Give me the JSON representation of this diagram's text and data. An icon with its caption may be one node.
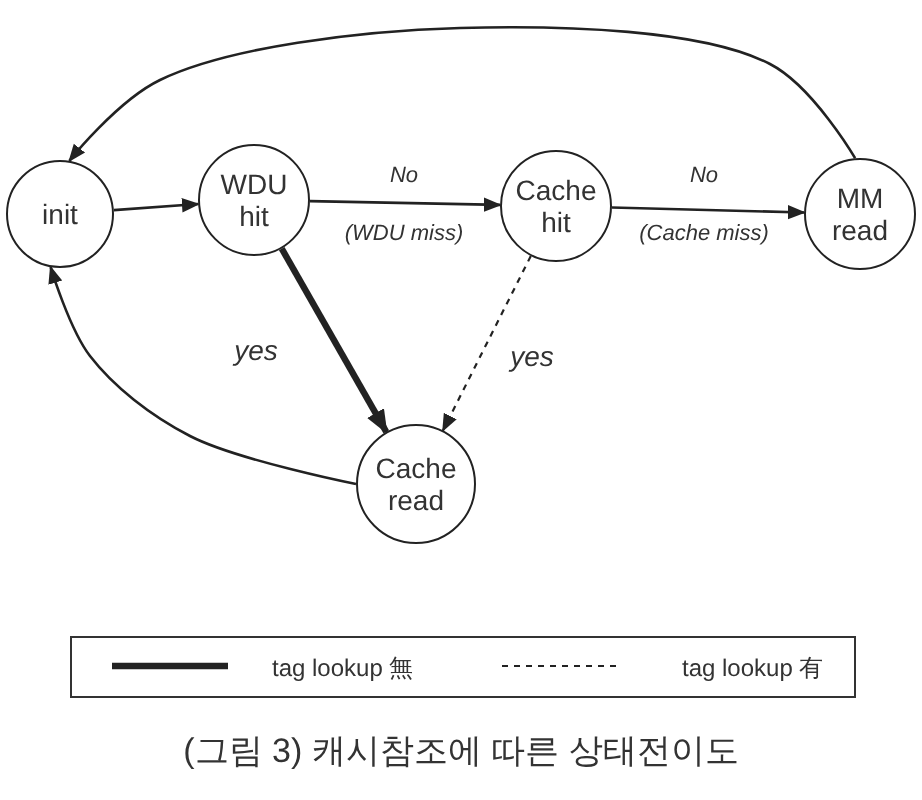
{
  "diagram": {
    "caption": "(그림 3) 캐시참조에 따른 상태전이도",
    "nodes": [
      {
        "text": [
          "init"
        ]
      },
      {
        "text": [
          "WDU hit"
        ]
      },
      {
        "text": [
          "Cache hit"
        ]
      },
      {
        "text": [
          "MM read"
        ]
      },
      {
        "text": [
          "Cache read"
        ]
      }
    ],
    "edges": [
      {
        "from": 0,
        "to": 1,
        "arrow": "to"
      },
      {
        "from": 1,
        "to": 2,
        "arrow": "to",
        "label": "No"
      },
      {
        "from": 2,
        "to": 3,
        "arrow": "to",
        "label": "No"
      },
      {
        "from": 3,
        "to": 0,
        "arrow": "to"
      },
      {
        "from": 1,
        "to": 4,
        "arrow": "to",
        "label": "yes",
        "style": "thick"
      },
      {
        "from": 2,
        "to": 4,
        "arrow": "to",
        "label": "yes",
        "style": "dashed"
      },
      {
        "from": 4,
        "to": 0,
        "arrow": "to"
      }
    ],
    "labels": [
      "(WDU miss)",
      "(Cache miss)"
    ],
    "legend": [
      {
        "text": "tag lookup 無"
      },
      {
        "text": "tag lookup 有"
      }
    ]
  }
}
